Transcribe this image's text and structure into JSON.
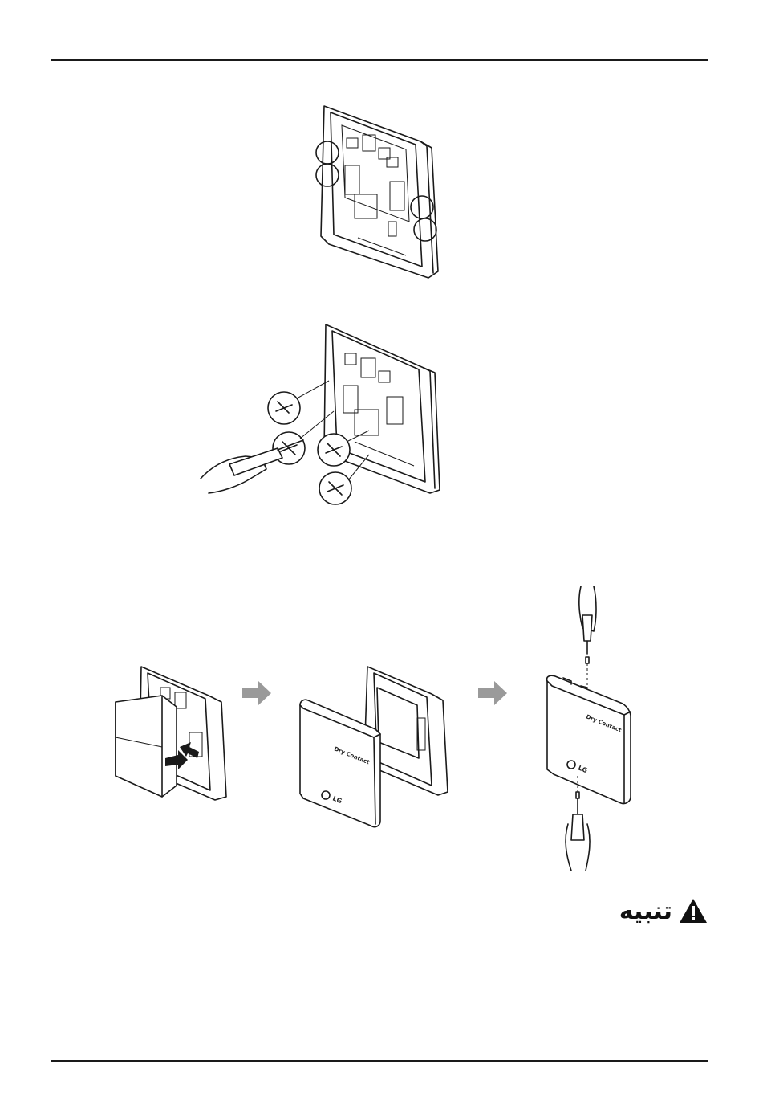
{
  "caution": {
    "label": "تنبيه",
    "icon": "warning-triangle-icon"
  },
  "cover": {
    "product_label": "Dry Contact",
    "brand_logo": "LG"
  },
  "colors": {
    "line": "#1a1a1a",
    "arrow": "#9a9a9a",
    "background": "#ffffff"
  }
}
